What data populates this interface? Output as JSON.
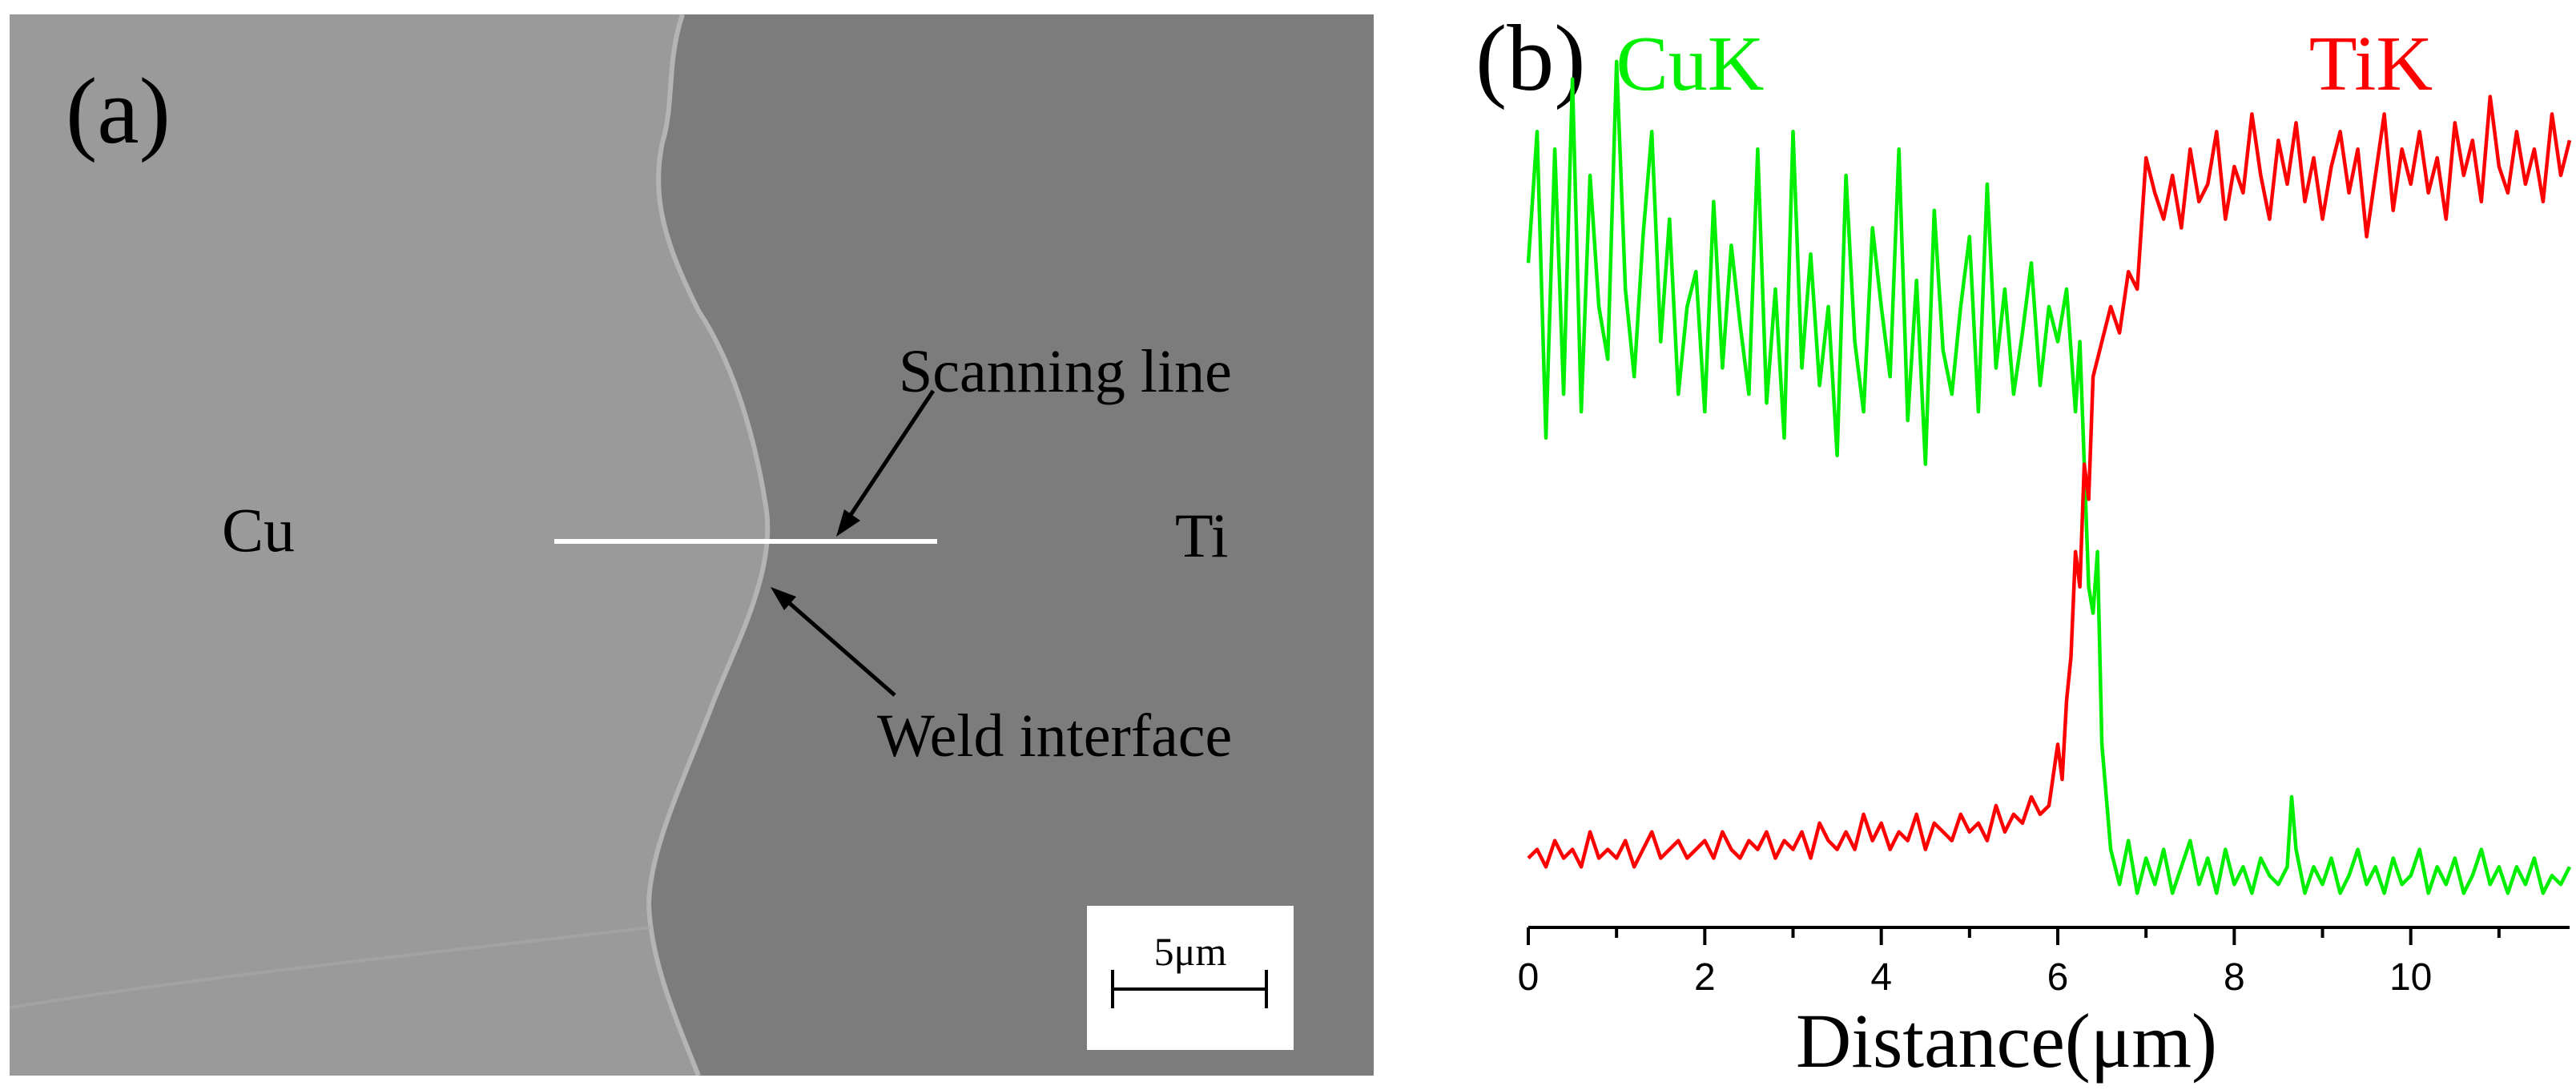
{
  "panel_a": {
    "label": "(a)",
    "left_region": "Cu",
    "right_region": "Ti",
    "annotations": {
      "scanning_line": "Scanning line",
      "weld_interface": "Weld interface"
    },
    "scale_bar": "5μm",
    "colors": {
      "cu_region": "#9a9a9a",
      "ti_region": "#7c7c7c",
      "scan_line": "#ffffff"
    }
  },
  "panel_b": {
    "label": "(b)"
  },
  "chart_data": {
    "type": "line",
    "title": "",
    "xlabel": "Distance(μm)",
    "ylabel": "",
    "xlim": [
      0,
      11.8
    ],
    "ylim": [
      0,
      100
    ],
    "xticks": [
      0,
      2,
      4,
      6,
      8,
      10
    ],
    "grid": false,
    "legend": "top (series names printed above their curves: CuK left, TiK right)",
    "series": [
      {
        "name": "CuK",
        "color": "#00ee00",
        "x": [
          0,
          0.1,
          0.2,
          0.3,
          0.4,
          0.5,
          0.6,
          0.7,
          0.8,
          0.9,
          1,
          1.1,
          1.2,
          1.3,
          1.4,
          1.5,
          1.6,
          1.7,
          1.8,
          1.9,
          2,
          2.1,
          2.2,
          2.3,
          2.4,
          2.5,
          2.6,
          2.7,
          2.8,
          2.9,
          3,
          3.1,
          3.2,
          3.3,
          3.4,
          3.5,
          3.6,
          3.7,
          3.8,
          3.9,
          4,
          4.1,
          4.2,
          4.3,
          4.4,
          4.5,
          4.6,
          4.7,
          4.8,
          4.9,
          5,
          5.1,
          5.2,
          5.3,
          5.4,
          5.5,
          5.6,
          5.7,
          5.8,
          5.9,
          6,
          6.1,
          6.2,
          6.25,
          6.3,
          6.35,
          6.4,
          6.45,
          6.5,
          6.6,
          6.7,
          6.8,
          6.9,
          7,
          7.1,
          7.2,
          7.3,
          7.4,
          7.5,
          7.6,
          7.7,
          7.8,
          7.9,
          8,
          8.1,
          8.2,
          8.3,
          8.4,
          8.5,
          8.6,
          8.65,
          8.7,
          8.8,
          8.9,
          9,
          9.1,
          9.2,
          9.3,
          9.4,
          9.5,
          9.6,
          9.7,
          9.8,
          9.9,
          10,
          10.1,
          10.2,
          10.3,
          10.4,
          10.5,
          10.6,
          10.7,
          10.8,
          10.9,
          11,
          11.1,
          11.2,
          11.3,
          11.4,
          11.5,
          11.6,
          11.7,
          11.8
        ],
        "y": [
          75,
          90,
          55,
          88,
          60,
          96,
          58,
          85,
          70,
          64,
          98,
          72,
          62,
          78,
          90,
          66,
          80,
          60,
          70,
          74,
          58,
          82,
          63,
          77,
          68,
          60,
          88,
          59,
          72,
          55,
          90,
          63,
          76,
          61,
          70,
          53,
          85,
          66,
          58,
          79,
          70,
          62,
          88,
          57,
          73,
          52,
          81,
          65,
          60,
          70,
          78,
          58,
          84,
          63,
          72,
          60,
          67,
          75,
          61,
          70,
          66,
          72,
          58,
          66,
          52,
          38,
          35,
          42,
          20,
          8,
          4,
          9,
          3,
          7,
          4,
          8,
          3,
          6,
          9,
          4,
          7,
          3,
          8,
          4,
          6,
          3,
          7,
          5,
          4,
          6,
          14,
          8,
          3,
          6,
          4,
          7,
          3,
          5,
          8,
          4,
          6,
          3,
          7,
          4,
          5,
          8,
          3,
          6,
          4,
          7,
          3,
          5,
          8,
          4,
          6,
          3,
          6,
          4,
          7,
          3,
          5,
          4,
          6
        ]
      },
      {
        "name": "TiK",
        "color": "#ff0000",
        "x": [
          0,
          0.1,
          0.2,
          0.3,
          0.4,
          0.5,
          0.6,
          0.7,
          0.8,
          0.9,
          1,
          1.1,
          1.2,
          1.3,
          1.4,
          1.5,
          1.6,
          1.7,
          1.8,
          1.9,
          2,
          2.1,
          2.2,
          2.3,
          2.4,
          2.5,
          2.6,
          2.7,
          2.8,
          2.9,
          3,
          3.1,
          3.2,
          3.3,
          3.4,
          3.5,
          3.6,
          3.7,
          3.8,
          3.9,
          4,
          4.1,
          4.2,
          4.3,
          4.4,
          4.5,
          4.6,
          4.7,
          4.8,
          4.9,
          5,
          5.1,
          5.2,
          5.3,
          5.4,
          5.5,
          5.6,
          5.7,
          5.8,
          5.9,
          6,
          6.05,
          6.1,
          6.15,
          6.2,
          6.25,
          6.3,
          6.35,
          6.4,
          6.5,
          6.6,
          6.7,
          6.8,
          6.9,
          7,
          7.1,
          7.2,
          7.3,
          7.4,
          7.5,
          7.6,
          7.7,
          7.8,
          7.9,
          8,
          8.1,
          8.2,
          8.3,
          8.4,
          8.5,
          8.6,
          8.7,
          8.8,
          8.9,
          9,
          9.1,
          9.2,
          9.3,
          9.4,
          9.5,
          9.6,
          9.7,
          9.8,
          9.9,
          10,
          10.1,
          10.2,
          10.3,
          10.4,
          10.5,
          10.6,
          10.7,
          10.8,
          10.9,
          11,
          11.1,
          11.2,
          11.3,
          11.4,
          11.5,
          11.6,
          11.7,
          11.8
        ],
        "y": [
          7,
          8,
          6,
          9,
          7,
          8,
          6,
          10,
          7,
          8,
          7,
          9,
          6,
          8,
          10,
          7,
          8,
          9,
          7,
          8,
          9,
          7,
          10,
          8,
          7,
          9,
          8,
          10,
          7,
          9,
          8,
          10,
          7,
          11,
          9,
          8,
          10,
          8,
          12,
          9,
          11,
          8,
          10,
          9,
          12,
          8,
          11,
          10,
          9,
          12,
          10,
          11,
          9,
          13,
          10,
          12,
          11,
          14,
          12,
          13,
          20,
          16,
          25,
          30,
          42,
          38,
          52,
          48,
          62,
          66,
          70,
          67,
          74,
          72,
          87,
          83,
          80,
          85,
          79,
          88,
          82,
          84,
          90,
          80,
          86,
          83,
          92,
          85,
          80,
          89,
          84,
          91,
          82,
          87,
          80,
          86,
          90,
          83,
          88,
          78,
          85,
          92,
          81,
          88,
          84,
          90,
          83,
          87,
          80,
          91,
          85,
          89,
          82,
          94,
          86,
          83,
          90,
          84,
          88,
          82,
          92,
          85,
          89
        ]
      }
    ]
  }
}
